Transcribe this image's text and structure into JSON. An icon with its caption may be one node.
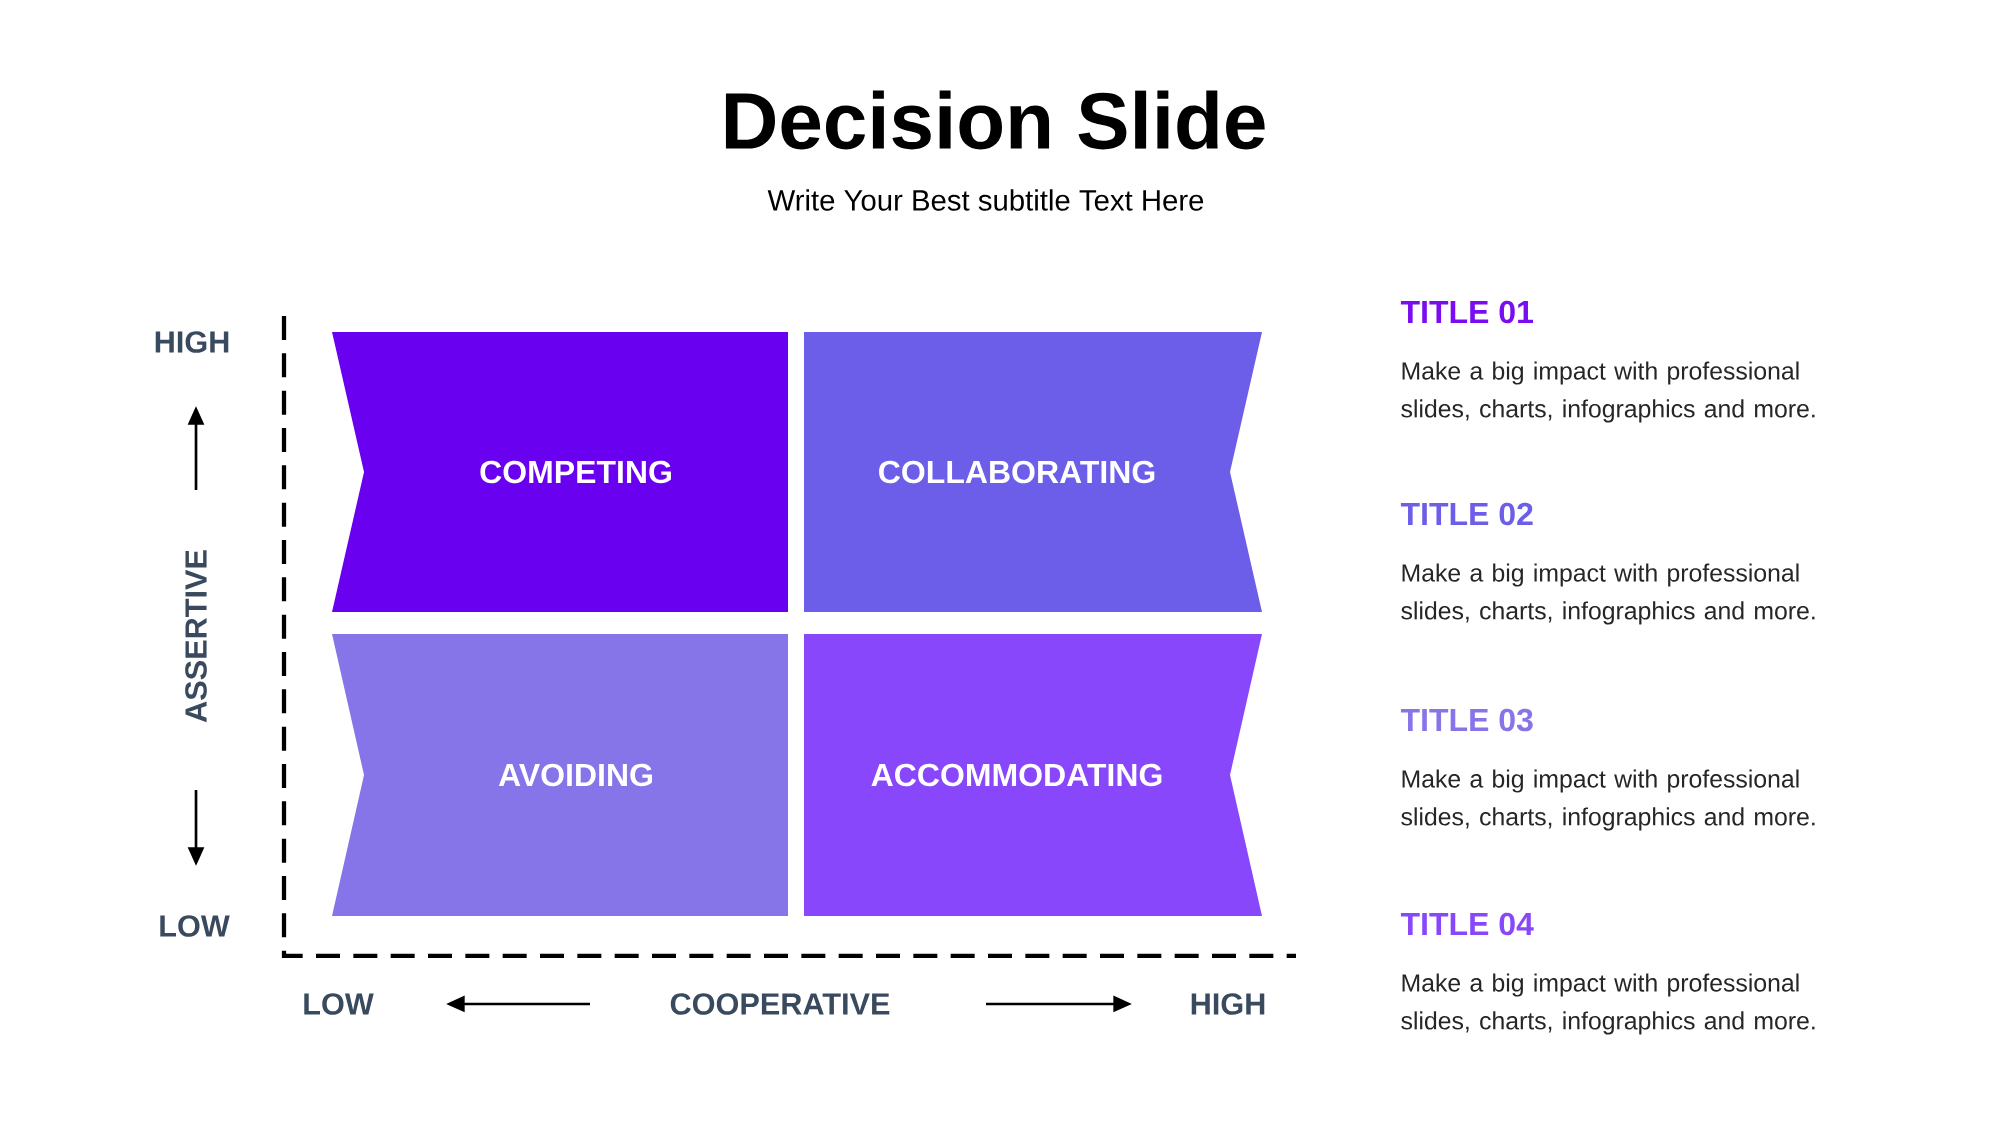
{
  "diagram": {
    "title": "Decision Slide",
    "nodes": [
      {
        "text": [
          "COMPETING"
        ]
      },
      {
        "text": [
          "COLLABORATING"
        ]
      },
      {
        "text": [
          "AVOIDING"
        ]
      },
      {
        "text": [
          "ACCOMMODATING"
        ]
      }
    ],
    "labels": [
      "Write Your Best subtitle Text Here",
      "HIGH",
      "ASSERTIVE",
      "LOW",
      "LOW",
      "COOPERATIVE",
      "HIGH",
      "TITLE 01",
      "Make a big impact with professional slides, charts, infographics and more.",
      "TITLE 02",
      "Make a big impact with professional slides, charts, infographics and more.",
      "TITLE 03",
      "Make a big impact with professional slides, charts, infographics and more.",
      "TITLE 04",
      "Make a big impact with professional slides, charts, infographics and more."
    ]
  }
}
